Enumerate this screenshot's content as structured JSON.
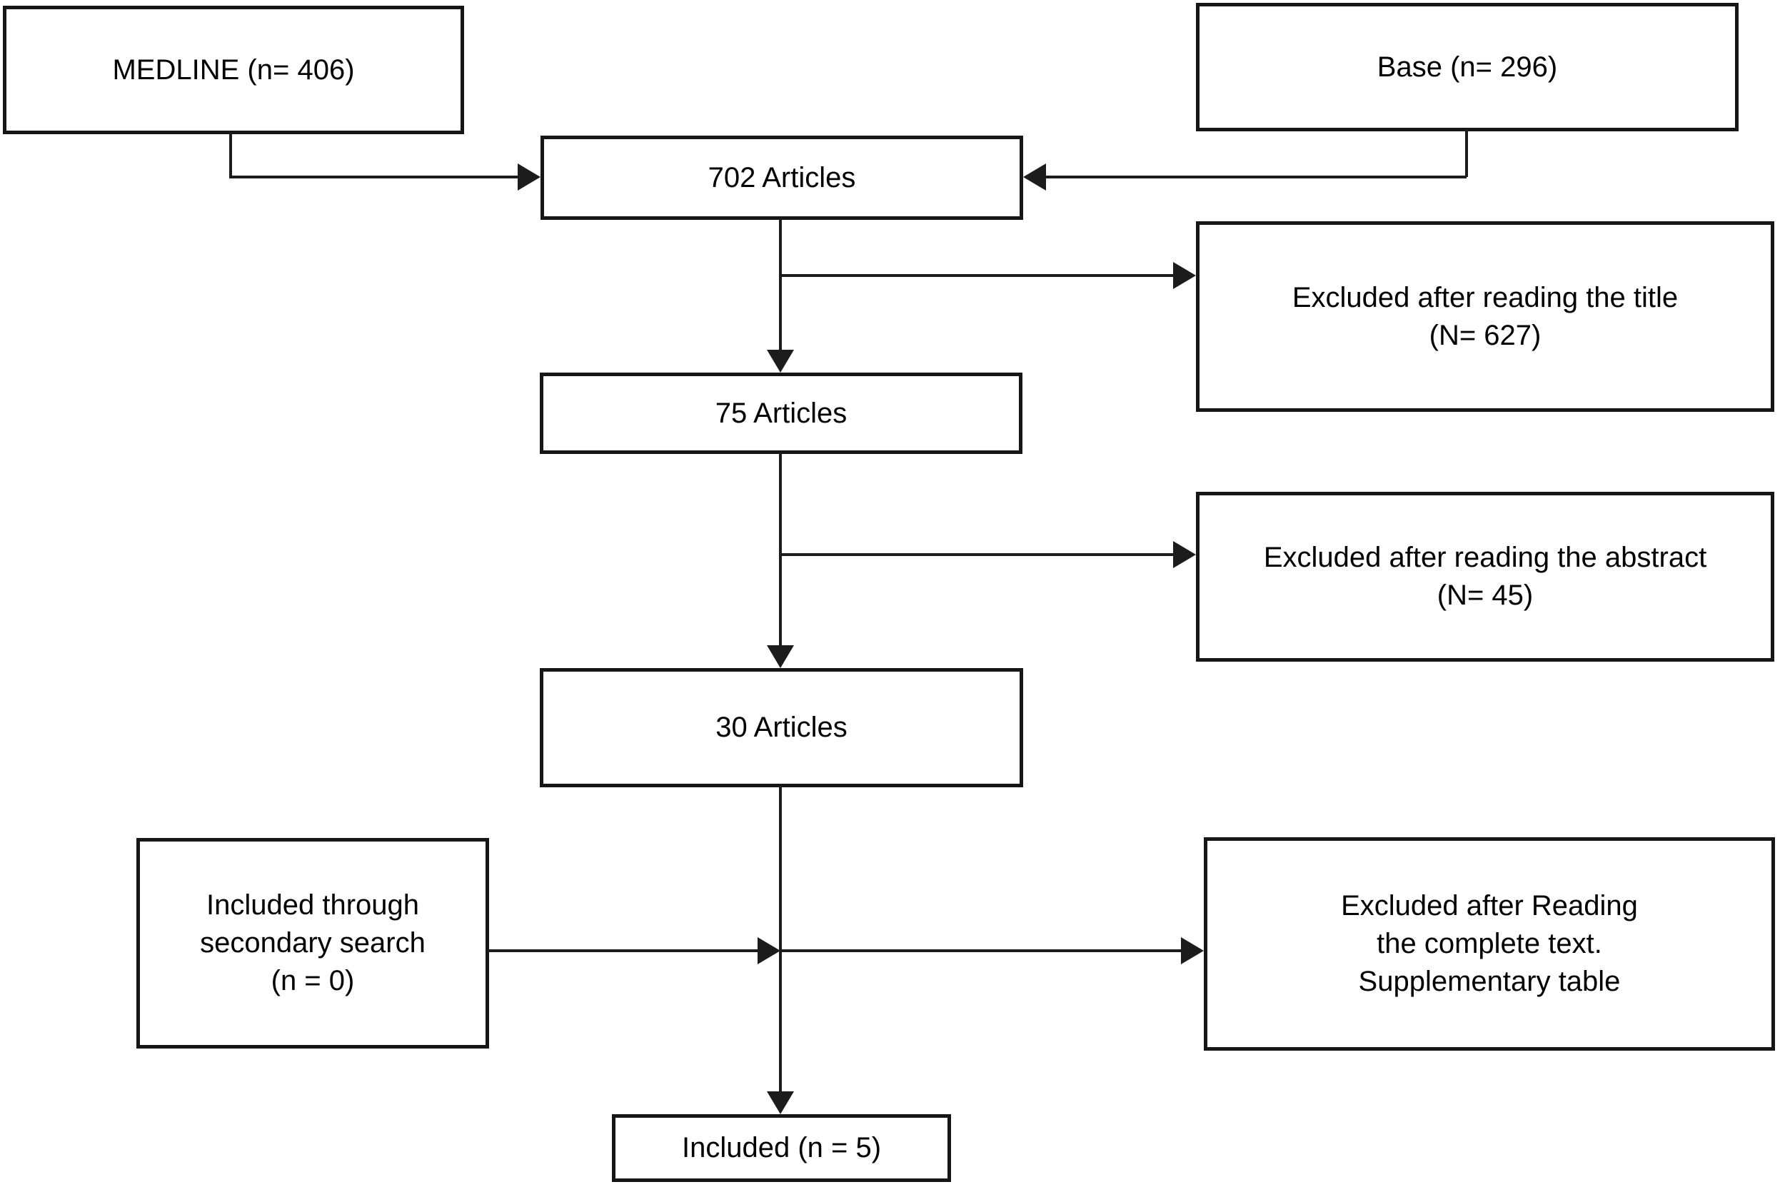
{
  "diagram_type": "prisma-flowchart",
  "boxes": {
    "medline": "MEDLINE (n= 406)",
    "base": "Base (n= 296)",
    "articles_702": "702 Articles",
    "excluded_title": "Excluded after reading the title\n(N= 627)",
    "articles_75": "75 Articles",
    "excluded_abstract": "Excluded after reading the abstract\n(N= 45)",
    "articles_30": "30 Articles",
    "secondary_search": "Included through\nsecondary search\n(n = 0)",
    "excluded_fulltext": "Excluded after Reading\nthe complete text.\nSupplementary table",
    "included": "Included (n = 5)"
  },
  "colors": {
    "background": "#ffffff",
    "line": "#1c1c1c",
    "box_border": "#161616",
    "text": "#000000"
  }
}
